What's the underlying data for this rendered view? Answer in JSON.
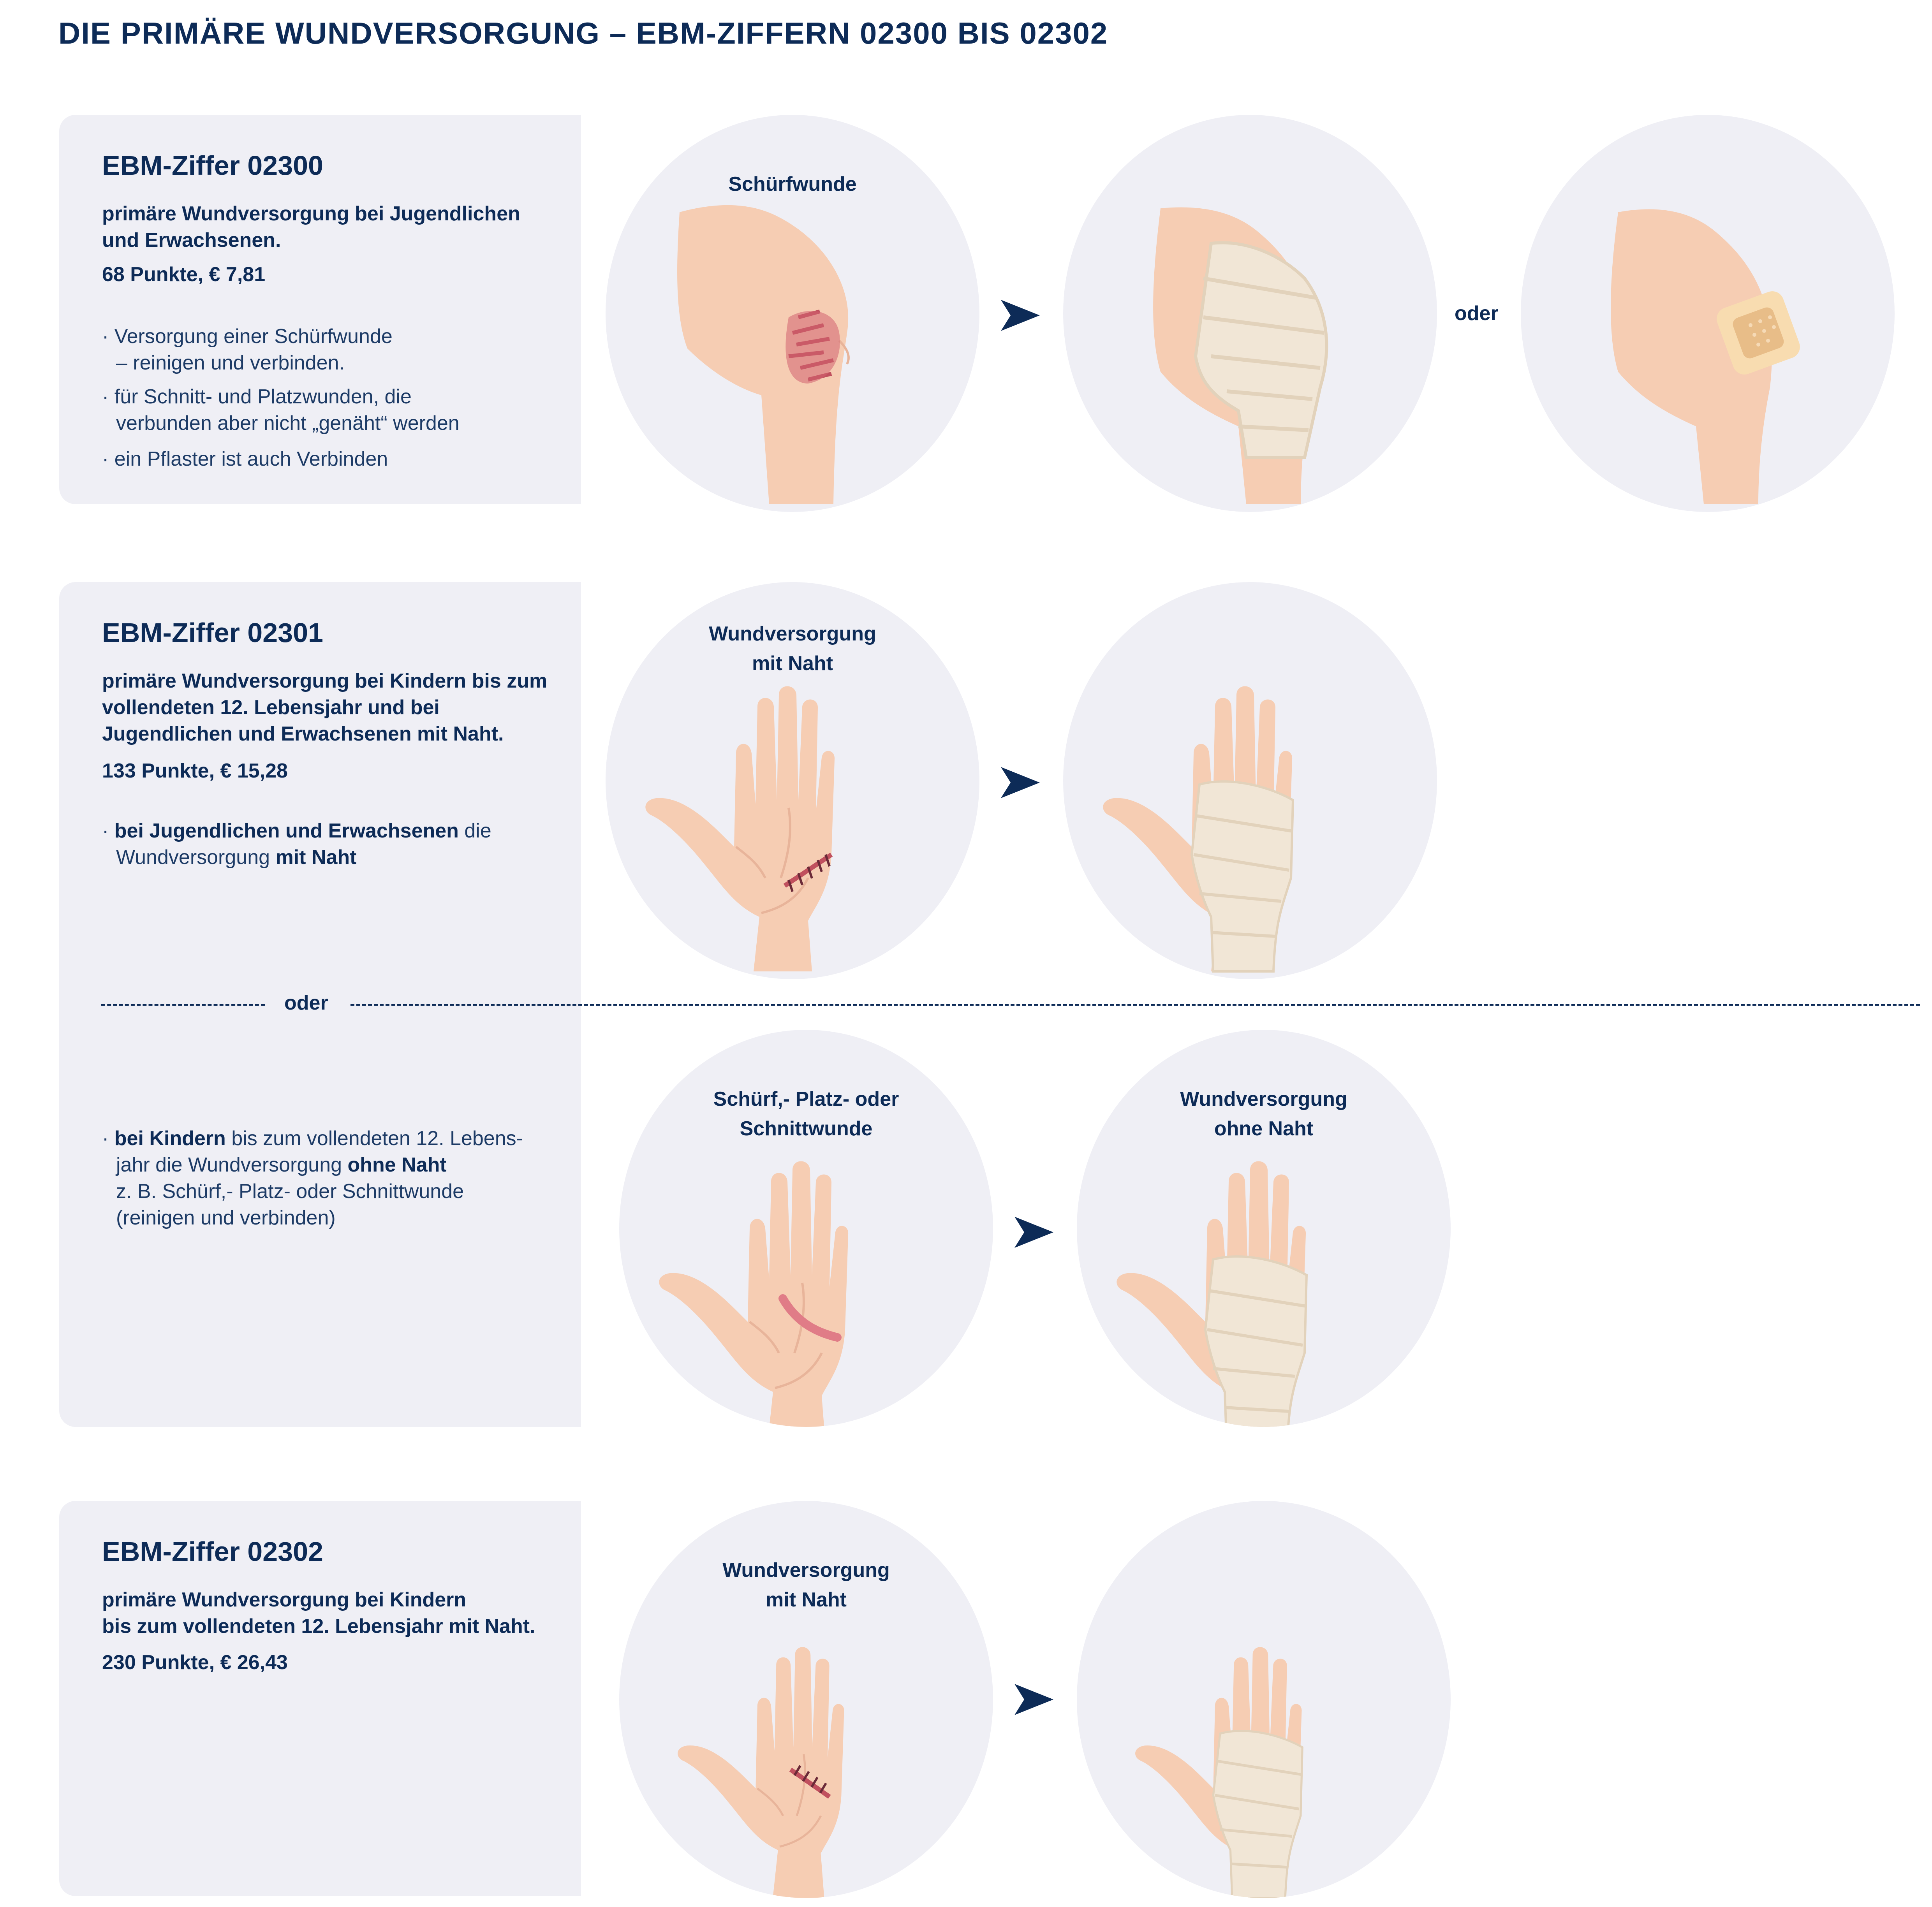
{
  "title": "DIE PRIMÄRE WUNDVERSORGUNG – EBM-ZIFFERN 02300 BIS 02302",
  "sections": [
    {
      "heading": "EBM-Ziffer 02300",
      "desc_lines": [
        "primäre Wundversorgung bei Jugendlichen",
        "und Erwachsenen."
      ],
      "price": "68 Punkte,  € 7,81",
      "bullets": [
        {
          "l1": "Versorgung einer Schürfwunde",
          "l2": "– reinigen und verbinden."
        },
        {
          "l1": "für Schnitt- und Platzwunden, die",
          "l2": "verbunden aber nicht „genäht“ werden"
        },
        {
          "l1": "ein Pflaster ist auch Verbinden"
        }
      ],
      "circle_label": "Schürfwunde",
      "oder": "oder"
    },
    {
      "heading": "EBM-Ziffer 02301",
      "desc_lines": [
        "primäre Wundversorgung bei Kindern bis zum",
        "vollendeten 12. Lebensjahr und bei",
        "Jugendlichen und Erwachsenen mit Naht."
      ],
      "price": "133 Punkte, € 15,28",
      "bullet_a": {
        "bold1": "bei Jugendlichen und Erwachsenen",
        "text1": " die",
        "text2": "Wundversorgung ",
        "bold2": "mit Naht"
      },
      "divider": "oder",
      "bullet_b": {
        "bold1": "bei Kindern",
        "text1": " bis zum vollendeten 12. Lebens-",
        "text2": "jahr die Wundversorgung ",
        "bold2": "ohne Naht",
        "line3": "z. B. Schürf,- Platz- oder Schnittwunde",
        "line4": "(reinigen und verbinden)"
      },
      "circle_label_a1": "Wundversorgung",
      "circle_label_a2": "mit Naht",
      "circle_label_b1": "Schürf,- Platz- oder",
      "circle_label_b2": "Schnittwunde",
      "circle_label_c1": "Wundversorgung",
      "circle_label_c2": "ohne Naht"
    },
    {
      "heading": "EBM-Ziffer 02302",
      "desc_lines": [
        "primäre Wundversorgung bei Kindern",
        "bis zum vollendeten 12. Lebensjahr mit Naht."
      ],
      "price": "230 Punkte, € 26,43",
      "circle_label1": "Wundversorgung",
      "circle_label2": "mit Naht"
    }
  ],
  "colors": {
    "navy": "#0d2b57",
    "panel": "#efeff5",
    "skin": "#f6cdb3",
    "bandage": "#f1e6d6"
  },
  "icons": [
    "arrow-right-icon",
    "knee-wound-icon",
    "knee-bandage-icon",
    "knee-plaster-icon",
    "hand-stitched-icon",
    "hand-bandage-icon",
    "hand-cut-icon"
  ]
}
